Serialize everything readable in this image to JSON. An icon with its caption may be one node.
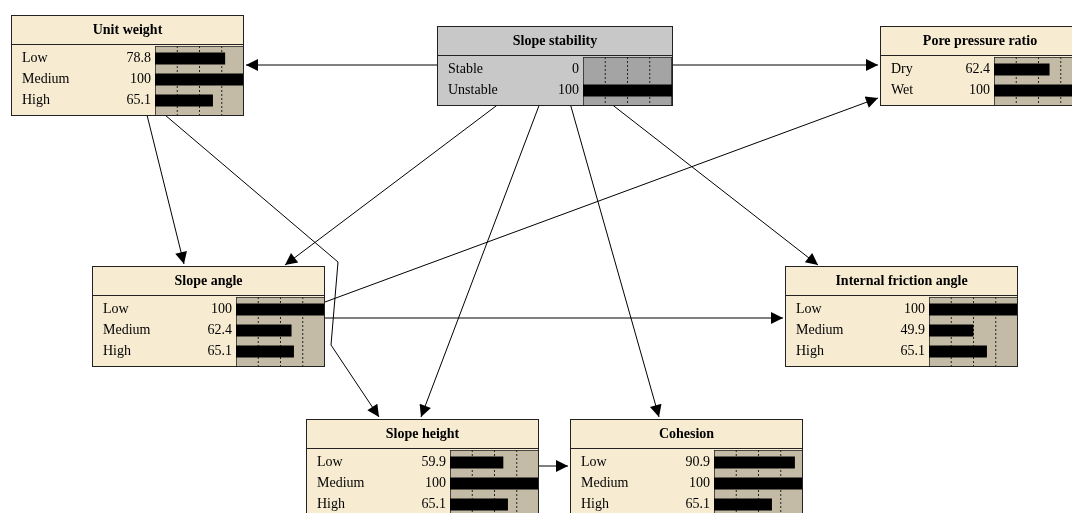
{
  "diagram": {
    "nodes": [
      {
        "text": [
          "Unit weight",
          "Low",
          "78.8",
          "Medium",
          "100",
          "High",
          "65.1"
        ]
      },
      {
        "text": [
          "Slope stability",
          "Stable",
          "0",
          "Unstable",
          "100"
        ]
      },
      {
        "text": [
          "Pore pressure ratio",
          "Dry",
          "62.4",
          "Wet",
          "100"
        ]
      },
      {
        "text": [
          "Slope angle",
          "Low",
          "100",
          "Medium",
          "62.4",
          "High",
          "65.1"
        ]
      },
      {
        "text": [
          "Internal friction angle",
          "Low",
          "100",
          "Medium",
          "49.9",
          "High",
          "65.1"
        ]
      },
      {
        "text": [
          "Slope height",
          "Low",
          "59.9",
          "Medium",
          "100",
          "High",
          "65.1"
        ]
      },
      {
        "text": [
          "Cohesion",
          "Low",
          "90.9",
          "Medium",
          "100",
          "High",
          "65.1"
        ]
      }
    ],
    "edges": [
      {
        "from": 1,
        "to": 0,
        "arrow": "to"
      },
      {
        "from": 1,
        "to": 2,
        "arrow": "to"
      },
      {
        "from": 1,
        "to": 3,
        "arrow": "to"
      },
      {
        "from": 1,
        "to": 5,
        "arrow": "to"
      },
      {
        "from": 1,
        "to": 6,
        "arrow": "to"
      },
      {
        "from": 1,
        "to": 4,
        "arrow": "to"
      },
      {
        "from": 0,
        "to": 3,
        "arrow": "to"
      },
      {
        "from": 0,
        "to": 5,
        "arrow": "to"
      },
      {
        "from": 3,
        "to": 2,
        "arrow": "to"
      },
      {
        "from": 3,
        "to": 4,
        "arrow": "to"
      },
      {
        "from": 5,
        "to": 6,
        "arrow": "to"
      }
    ]
  }
}
